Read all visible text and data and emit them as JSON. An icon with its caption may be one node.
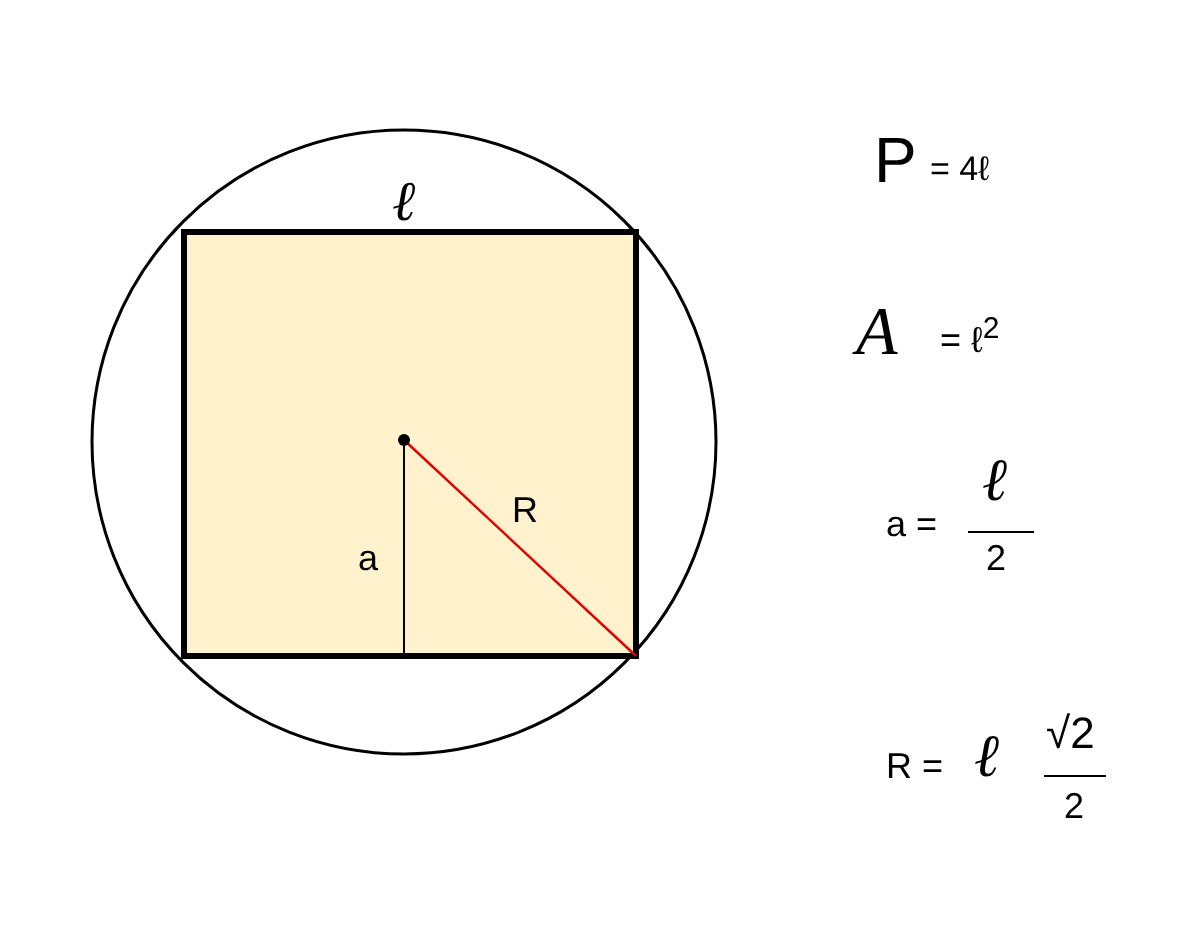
{
  "diagram": {
    "labels": [
      "ℓ",
      "a",
      "R",
      "P",
      "= 4ℓ",
      "A",
      "= ℓ$^{2}$",
      "a =",
      "ℓ",
      "2",
      "R =",
      "ℓ",
      "√2",
      "2"
    ]
  }
}
